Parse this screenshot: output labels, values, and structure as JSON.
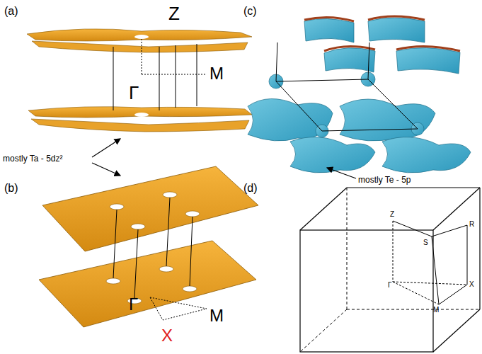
{
  "diagram": {
    "labels": [
      "(a)",
      "Z",
      "Γ",
      "M",
      "mostly Ta - 5dz²",
      "(b)",
      "Γ",
      "M",
      "X",
      "(c)",
      "mostly Te - 5p",
      "(d)",
      "Z",
      "R",
      "S",
      "Γ",
      "X",
      "M"
    ]
  }
}
